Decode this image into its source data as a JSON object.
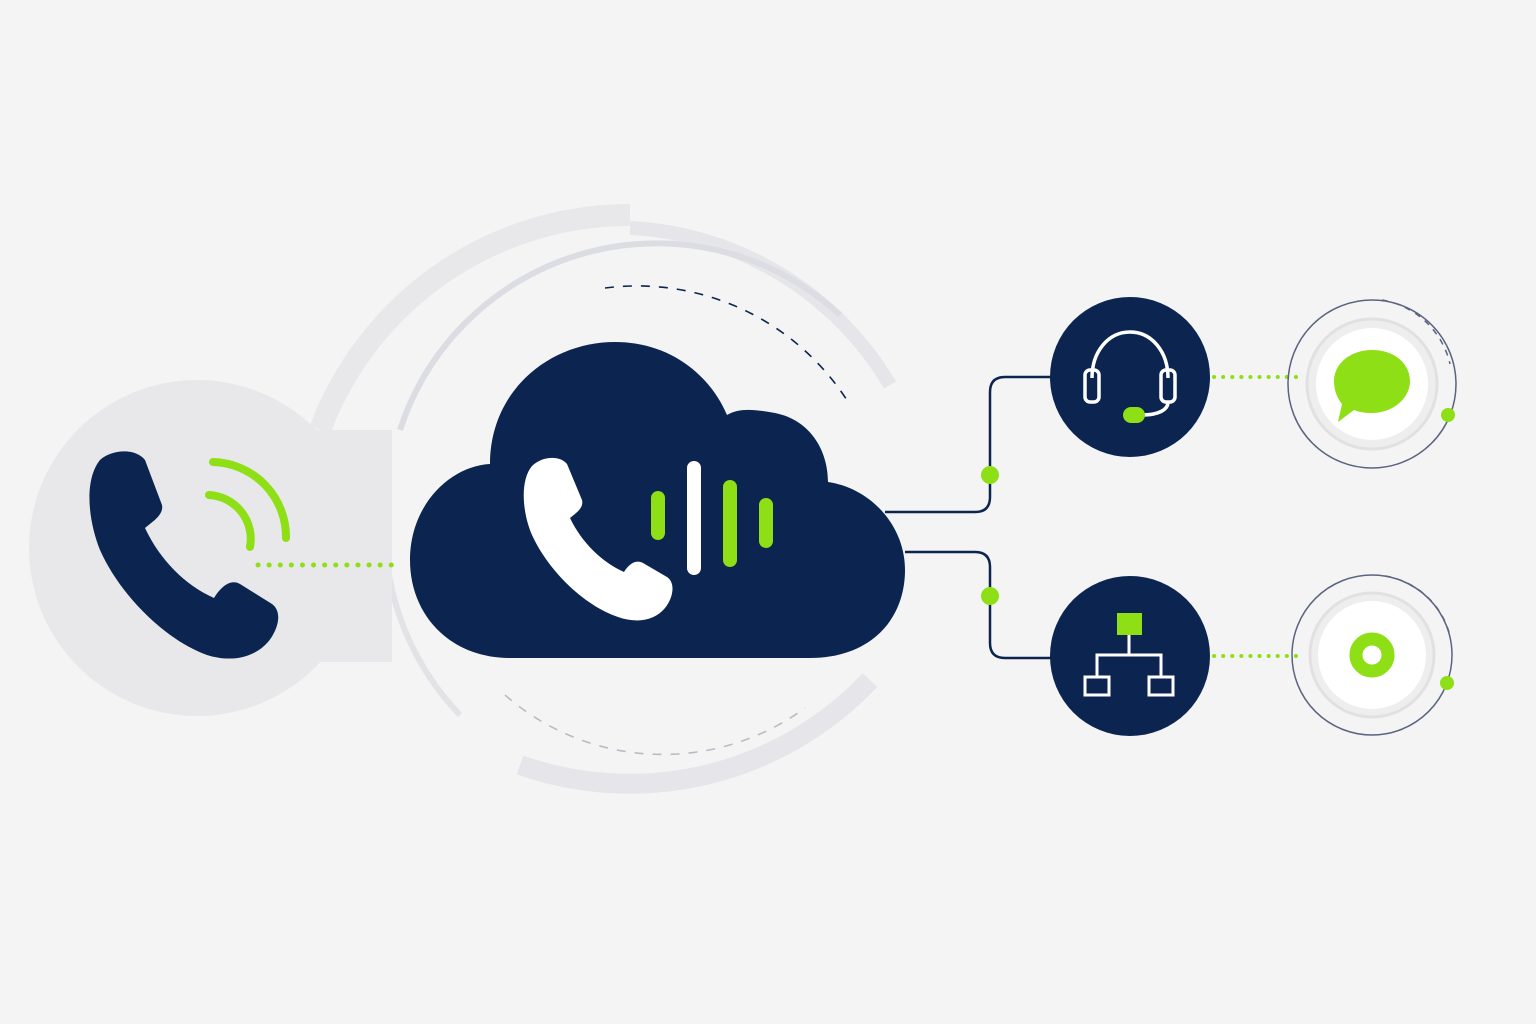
{
  "colors": {
    "background": "#f4f4f4",
    "navy": "#0b2550",
    "green": "#8fdf17",
    "light_gray": "#e7e7ea",
    "mid_gray": "#d9dadf",
    "white": "#ffffff"
  },
  "nodes": [
    {
      "id": "caller",
      "icon": "phone-ringing-icon"
    },
    {
      "id": "cloud",
      "icon": "cloud-voice-icon"
    },
    {
      "id": "agent",
      "icon": "headset-icon"
    },
    {
      "id": "routing",
      "icon": "org-chart-icon"
    },
    {
      "id": "chat",
      "icon": "chat-bubble-icon"
    },
    {
      "id": "status",
      "icon": "ring-icon"
    }
  ],
  "edges": [
    {
      "from": "caller",
      "to": "cloud",
      "style": "dotted"
    },
    {
      "from": "cloud",
      "to": "agent",
      "style": "solid"
    },
    {
      "from": "cloud",
      "to": "routing",
      "style": "solid"
    },
    {
      "from": "agent",
      "to": "chat",
      "style": "dotted"
    },
    {
      "from": "routing",
      "to": "status",
      "style": "dotted"
    }
  ]
}
